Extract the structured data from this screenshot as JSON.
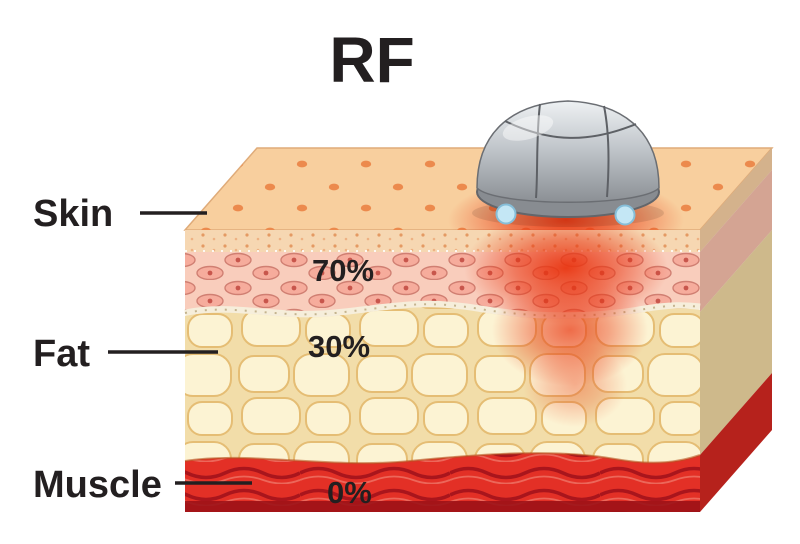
{
  "title": "RF",
  "diagram": {
    "layers": [
      {
        "label": "Skin",
        "percentage": "70%"
      },
      {
        "label": "Fat",
        "percentage": "30%"
      },
      {
        "label": "Muscle",
        "percentage": "0%"
      }
    ],
    "device": "rf-treatment-handpiece"
  },
  "colors": {
    "background": "#ffffff",
    "text": "#231f20",
    "skin_surface": "#f8cf9e",
    "epidermis": "#f6d7b2",
    "dermis": "#f9cdbc",
    "fat": "#f2dda9",
    "muscle": "#e33026",
    "rf_glow": "#e93511",
    "device_body": "#c2c7cc",
    "electrode_blue": "#c4e7f5"
  }
}
